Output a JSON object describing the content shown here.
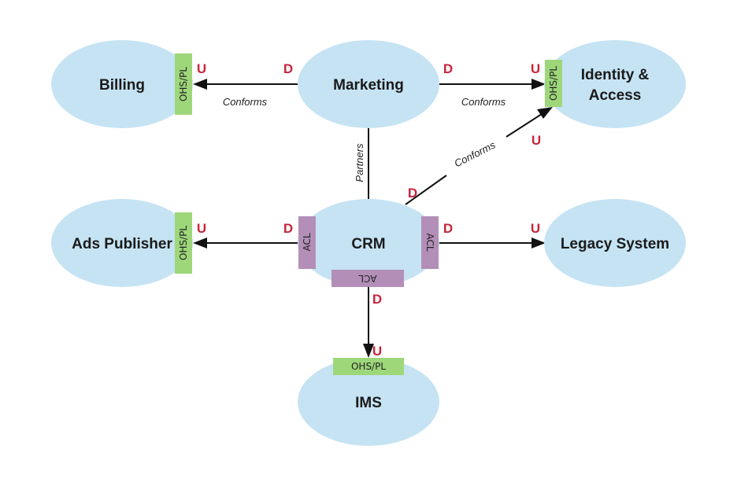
{
  "contexts": {
    "billing": "Billing",
    "marketing": "Marketing",
    "identity_line1": "Identity &",
    "identity_line2": "Access",
    "ads_publisher": "Ads Publisher",
    "crm": "CRM",
    "legacy": "Legacy System",
    "ims": "IMS"
  },
  "patterns": {
    "ohs_billing": "OHS/PL",
    "ohs_identity": "OHS/PL",
    "ohs_ads": "OHS/PL",
    "ohs_ims": "OHS/PL",
    "acl_left": "ACL",
    "acl_right": "ACL",
    "acl_bottom": "ACL"
  },
  "relations": {
    "marketing_billing": "Conforms",
    "marketing_identity": "Conforms",
    "crm_identity": "Conforms",
    "marketing_crm": "Partners"
  },
  "ends": {
    "billing_u": "U",
    "marketing_d_left": "D",
    "marketing_d_right": "D",
    "identity_u_left": "U",
    "identity_u_crm": "U",
    "crm_d_identity": "D",
    "ads_u": "U",
    "crm_d_ads": "D",
    "crm_d_legacy": "D",
    "legacy_u": "U",
    "crm_d_ims": "D",
    "ims_u": "U"
  },
  "colors": {
    "context_fill": "#c5e3f3",
    "ohs_fill": "#9ed77a",
    "acl_fill": "#b38fb8",
    "marker_text": "#c8253a"
  }
}
